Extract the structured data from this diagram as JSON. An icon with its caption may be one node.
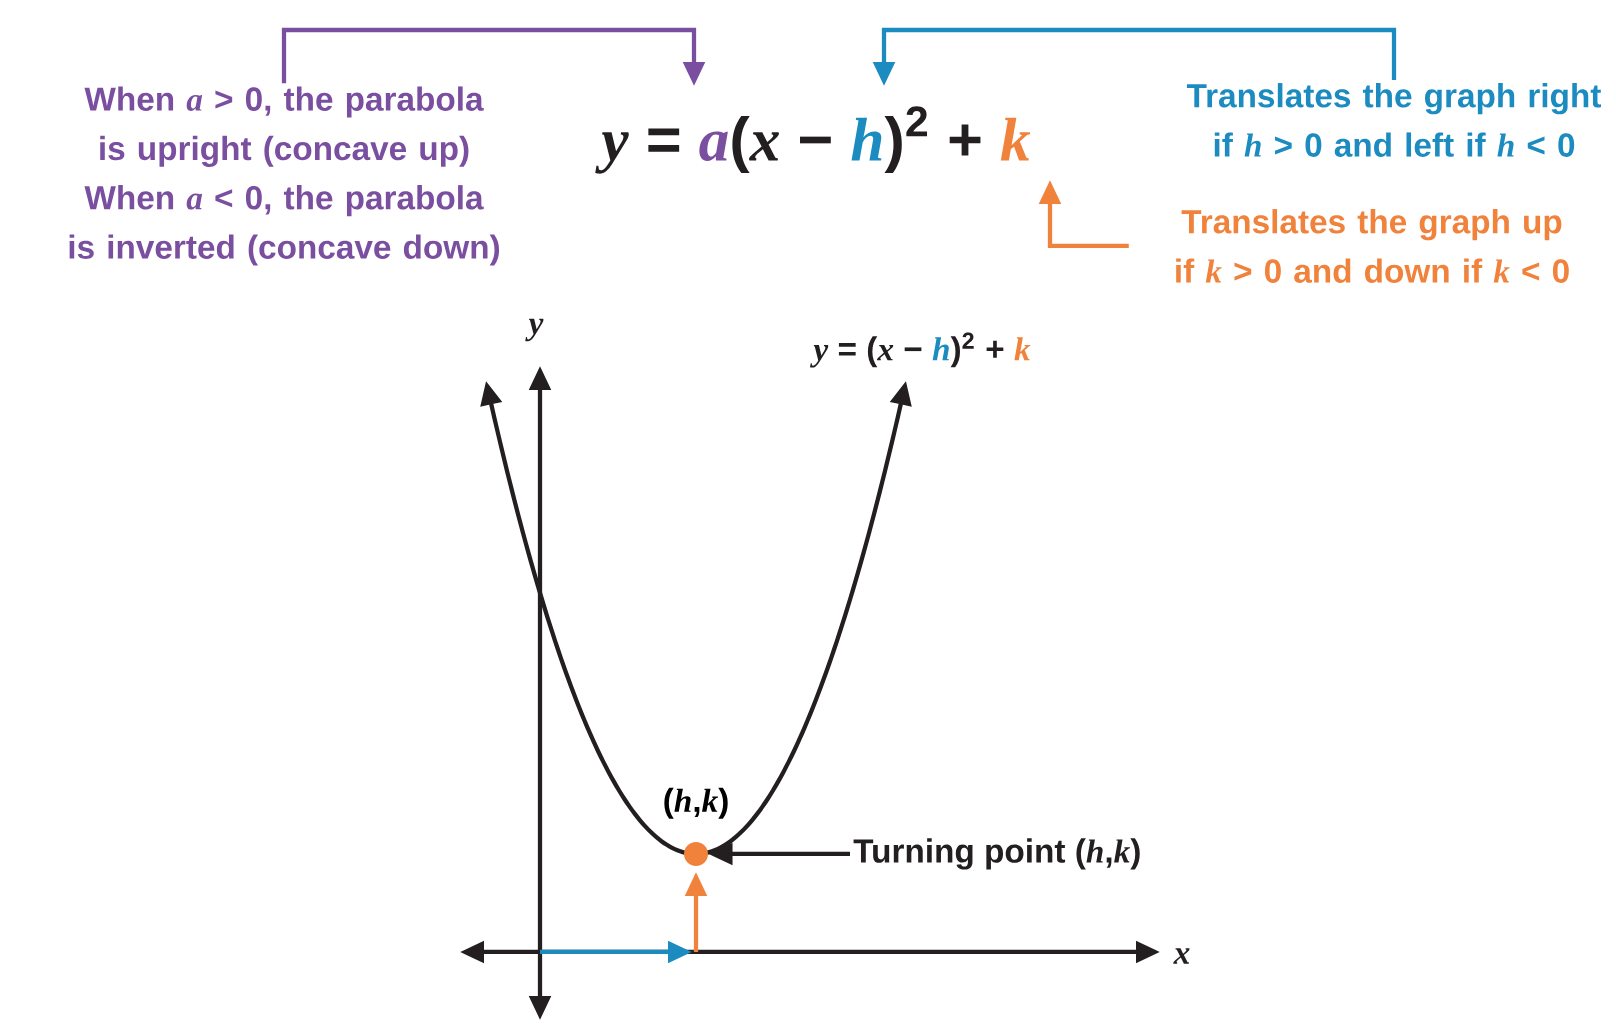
{
  "diagram": {
    "nodes": [
      {
        "text": [
          "When *a* > 0, the parabola is upright (concave up)",
          "When *a* < 0, the parabola is inverted (concave down)"
        ]
      },
      {
        "text": [
          "Translates the graph right if *h* > 0 and left if *h* < 0"
        ]
      },
      {
        "text": [
          "Translates the graph up if *k* > 0 and down if *k* < 0"
        ]
      },
      {
        "text": [
          "Turning point (*h*,*k*)"
        ]
      },
      {
        "text": [],
        "shape": "circle",
        "beside": [
          "(*h*,*k*)"
        ]
      }
    ],
    "edges": [
      {
        "from": 0,
        "to": null,
        "arrow": "to",
        "color": "#7b4fa0"
      },
      {
        "from": 1,
        "to": null,
        "arrow": "to",
        "color": "#1b8bc0"
      },
      {
        "from": 2,
        "to": null,
        "arrow": "to",
        "color": "#f0823c"
      },
      {
        "from": 3,
        "to": 4,
        "arrow": "to",
        "color": "#231f20"
      }
    ],
    "labels": [
      "*y* =",
      "a",
      "(*x* −",
      "h",
      ")$^{2}$ +",
      "k",
      "*y* = (*x* −",
      "h",
      ")$^{2}$ +",
      "k",
      "y",
      "x"
    ]
  }
}
